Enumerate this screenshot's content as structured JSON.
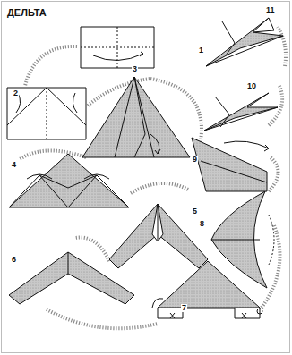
{
  "diagram": {
    "title": "ДЕЛЬТА",
    "labels": [
      "1",
      "2",
      "3",
      "4",
      "5",
      "6",
      "7",
      "8",
      "9",
      "10",
      "11"
    ]
  }
}
